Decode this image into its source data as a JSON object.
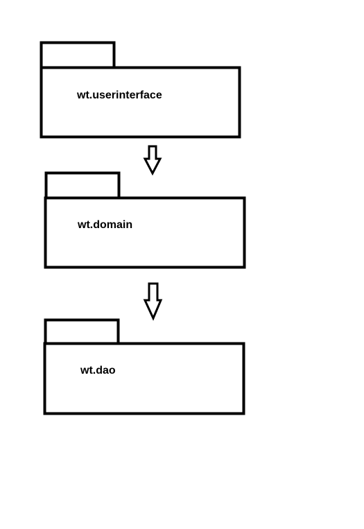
{
  "diagram": {
    "type": "uml-package-diagram",
    "line_color": "#000000",
    "background": "#ffffff",
    "packages": [
      {
        "name": "wt.userinterface"
      },
      {
        "name": "wt.domain"
      },
      {
        "name": "wt.dao"
      }
    ],
    "dependencies": [
      {
        "from": "wt.userinterface",
        "to": "wt.domain",
        "icon": "hollow-down-arrow-icon"
      },
      {
        "from": "wt.domain",
        "to": "wt.dao",
        "icon": "hollow-down-arrow-icon"
      }
    ]
  }
}
